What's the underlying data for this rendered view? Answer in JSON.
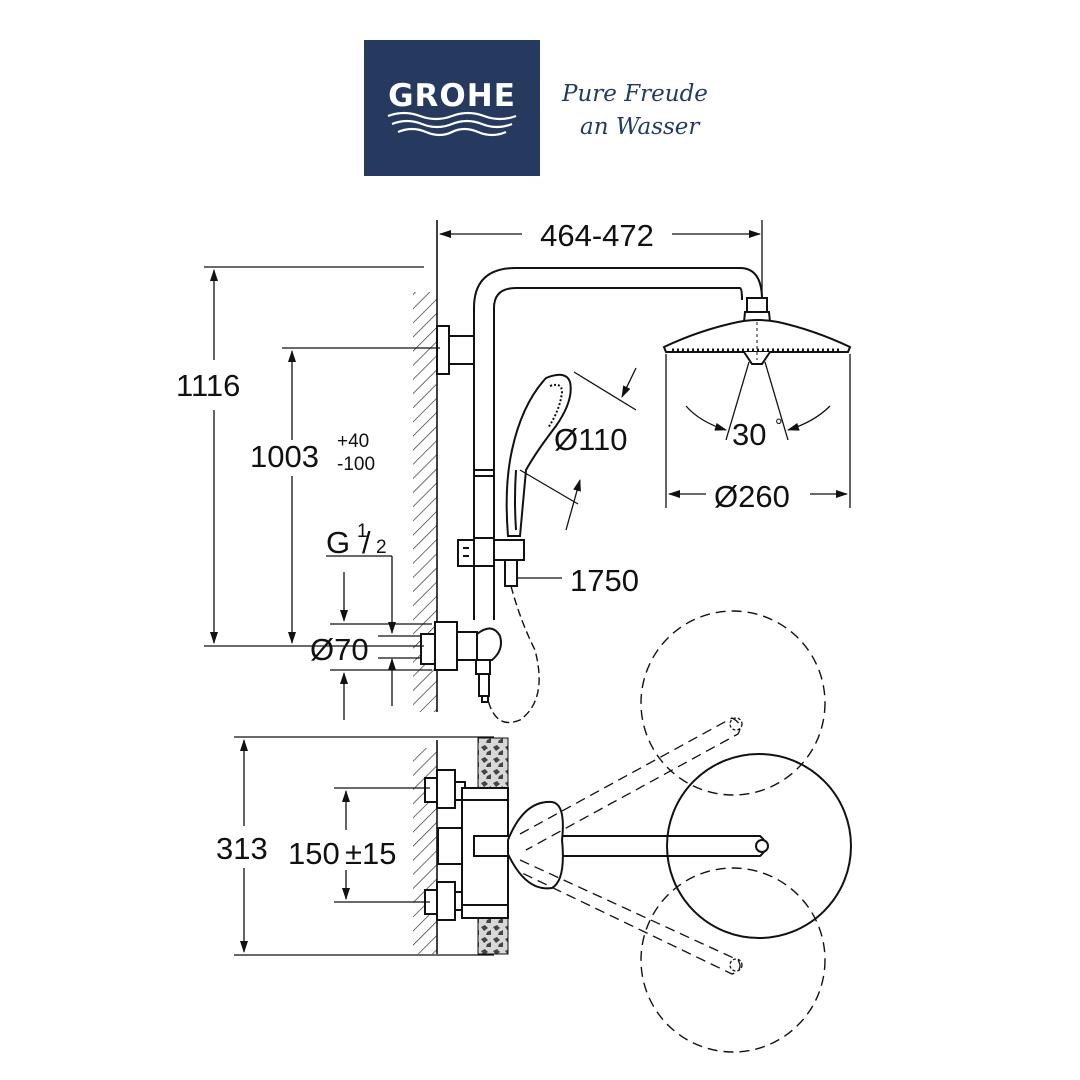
{
  "brand": {
    "name": "GROHE",
    "slogan_line1": "Pure Freude",
    "slogan_line2": "an Wasser",
    "color": "#253a5e"
  },
  "dimensions": {
    "arm_reach": "464-472",
    "total_height": "1116",
    "height_adjust": "1003",
    "height_tol_plus": "+40",
    "height_tol_minus": "-100",
    "hand_shower_diameter": "Ø110",
    "head_shower_diameter": "Ø260",
    "head_swivel_angle": "30",
    "head_swivel_unit": "°",
    "hose_length": "1750",
    "connection_thread_prefix": "G",
    "connection_thread_num": "1",
    "connection_thread_den": "2",
    "rosette_diameter": "Ø70",
    "mixer_height": "313",
    "centers_distance": "150",
    "centers_tol": "±15"
  },
  "colors": {
    "line": "#111111",
    "hatch": "#333333"
  }
}
